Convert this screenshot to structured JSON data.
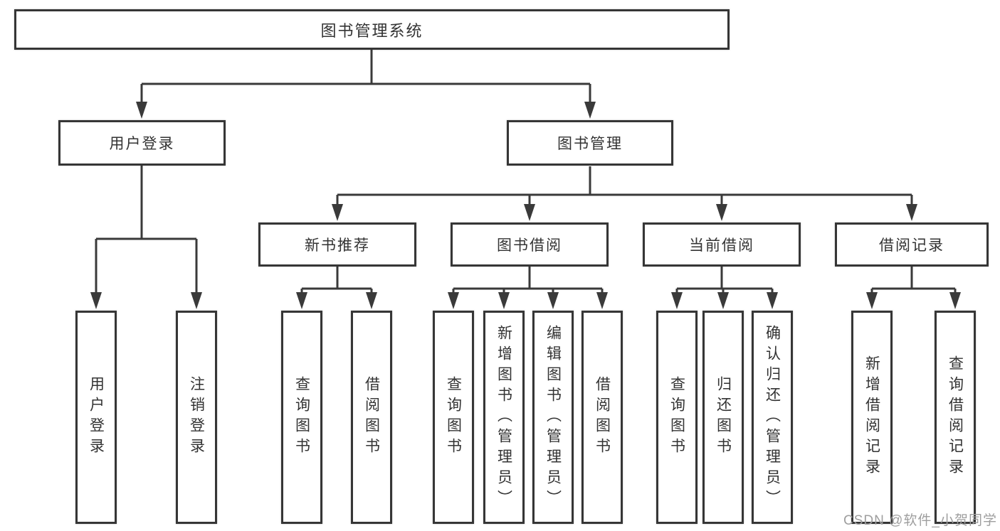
{
  "colors": {
    "line": "#3a3a3a",
    "text": "#333333",
    "boxborder": "#363636",
    "boxbg": "#ffffff",
    "pagebg": "#ffffff",
    "watermark": "#9e9e9e"
  },
  "nodes": {
    "root": {
      "label": "图书管理系统"
    },
    "user_login": {
      "label": "用户登录"
    },
    "book_mgmt": {
      "label": "图书管理"
    },
    "new_book_rec": {
      "label": "新书推荐"
    },
    "book_borrow": {
      "label": "图书借阅"
    },
    "current_borrow": {
      "label": "当前借阅"
    },
    "borrow_record": {
      "label": "借阅记录"
    },
    "leaves": {
      "user_login": {
        "label": "用户登录"
      },
      "logout": {
        "label": "注销登录"
      },
      "rec_query_book": {
        "label": "查询图书"
      },
      "rec_borrow_book": {
        "label": "借阅图书"
      },
      "bb_query_book": {
        "label": "查询图书"
      },
      "bb_add_book": {
        "label": "新增图书（管理员）"
      },
      "bb_edit_book": {
        "label": "编辑图书（管理员）"
      },
      "bb_borrow_book": {
        "label": "借阅图书"
      },
      "cb_query_book": {
        "label": "查询图书"
      },
      "cb_return_book": {
        "label": "归还图书"
      },
      "cb_confirm_return": {
        "label": "确认归还（管理员）"
      },
      "br_add_record": {
        "label": "新增借阅记录"
      },
      "br_query_record": {
        "label": "查询借阅记录"
      }
    }
  },
  "hierarchy": {
    "图书管理系统": [
      "用户登录",
      "图书管理"
    ],
    "用户登录": [
      "用户登录",
      "注销登录"
    ],
    "图书管理": [
      "新书推荐",
      "图书借阅",
      "当前借阅",
      "借阅记录"
    ],
    "新书推荐": [
      "查询图书",
      "借阅图书"
    ],
    "图书借阅": [
      "查询图书",
      "新增图书（管理员）",
      "编辑图书（管理员）",
      "借阅图书"
    ],
    "当前借阅": [
      "查询图书",
      "归还图书",
      "确认归还（管理员）"
    ],
    "借阅记录": [
      "新增借阅记录",
      "查询借阅记录"
    ]
  },
  "watermark": {
    "text": "CSDN @软件_小贺同学"
  }
}
